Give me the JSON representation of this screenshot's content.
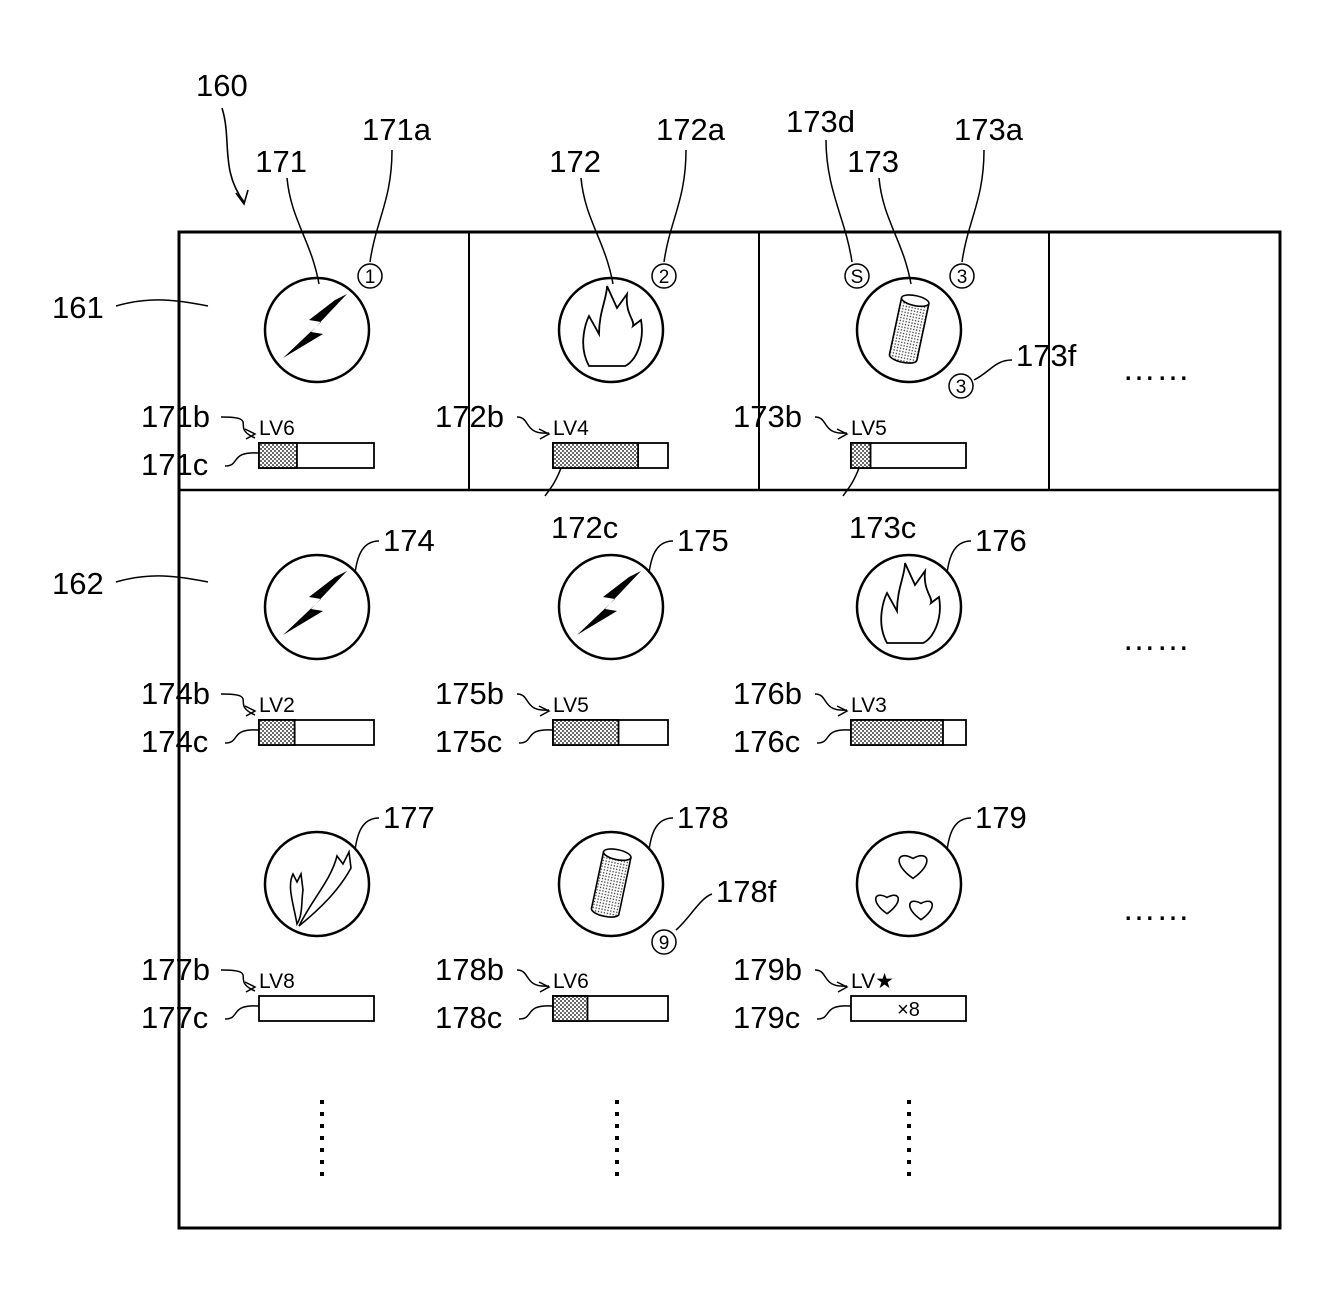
{
  "figure_ref": "160",
  "panels": {
    "upper_ref": "161",
    "lower_ref": "162"
  },
  "upper_row": [
    {
      "ref": "171",
      "icon": "lightning-icon",
      "level_text": "LV6",
      "level_ref": "171b",
      "gauge_ref": "171c",
      "gauge_fill": 0.33,
      "order_mark": "1",
      "order_ref": "171a"
    },
    {
      "ref": "172",
      "icon": "flame-icon",
      "level_text": "LV4",
      "level_ref": "172b",
      "gauge_ref": "172c",
      "gauge_fill": 0.74,
      "order_mark": "2",
      "order_ref": "172a"
    },
    {
      "ref": "173",
      "icon": "cylinder-icon",
      "level_text": "LV5",
      "level_ref": "173b",
      "gauge_ref": "173c",
      "gauge_fill": 0.17,
      "order_mark": "3",
      "order_ref": "173a",
      "special_mark": "S",
      "special_ref": "173d",
      "count_mark": "3",
      "count_ref": "173f"
    }
  ],
  "lower_rows": [
    [
      {
        "ref": "174",
        "icon": "lightning-icon",
        "level_text": "LV2",
        "level_ref": "174b",
        "gauge_ref": "174c",
        "gauge_fill": 0.31
      },
      {
        "ref": "175",
        "icon": "lightning-icon",
        "level_text": "LV5",
        "level_ref": "175b",
        "gauge_ref": "175c",
        "gauge_fill": 0.57
      },
      {
        "ref": "176",
        "icon": "flame-icon",
        "level_text": "LV3",
        "level_ref": "176b",
        "gauge_ref": "176c",
        "gauge_fill": 0.8
      }
    ],
    [
      {
        "ref": "177",
        "icon": "spark-icon",
        "level_text": "LV8",
        "level_ref": "177b",
        "gauge_ref": "177c",
        "gauge_fill": 0
      },
      {
        "ref": "178",
        "icon": "cylinder-icon",
        "level_text": "LV6",
        "level_ref": "178b",
        "gauge_ref": "178c",
        "gauge_fill": 0.3,
        "count_mark": "9",
        "count_ref": "178f"
      },
      {
        "ref": "179",
        "icon": "hearts-icon",
        "level_text": "LV★",
        "level_ref": "179b",
        "gauge_ref": "179c",
        "gauge_fill": 0,
        "gauge_text": "×8"
      }
    ]
  ],
  "continuation": "……"
}
